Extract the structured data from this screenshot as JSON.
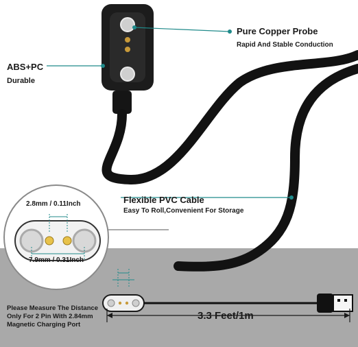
{
  "callouts": {
    "probe_title": "Pure Copper Probe",
    "probe_sub": "Rapid And Stable Conduction",
    "material_title": "ABS+PC",
    "material_sub": "Durable",
    "cable_title": "Flexible PVC Cable",
    "cable_sub": "Easy To Roll,Convenient For Storage"
  },
  "dimensions": {
    "pin_gap": "2.8mm / 0.11Inch",
    "outer_gap": "7.9mm / 0.31Inch",
    "length": "3.3 Feet/1m"
  },
  "notice": {
    "line1": "Please Measure The Distance",
    "line2": "Only For 2 Pin With 2.84mm",
    "line3": "Magnetic Charging Port"
  },
  "colors": {
    "accent": "#1f8a8a",
    "cable": "#121212",
    "gray_panel": "#a8a8a8"
  }
}
